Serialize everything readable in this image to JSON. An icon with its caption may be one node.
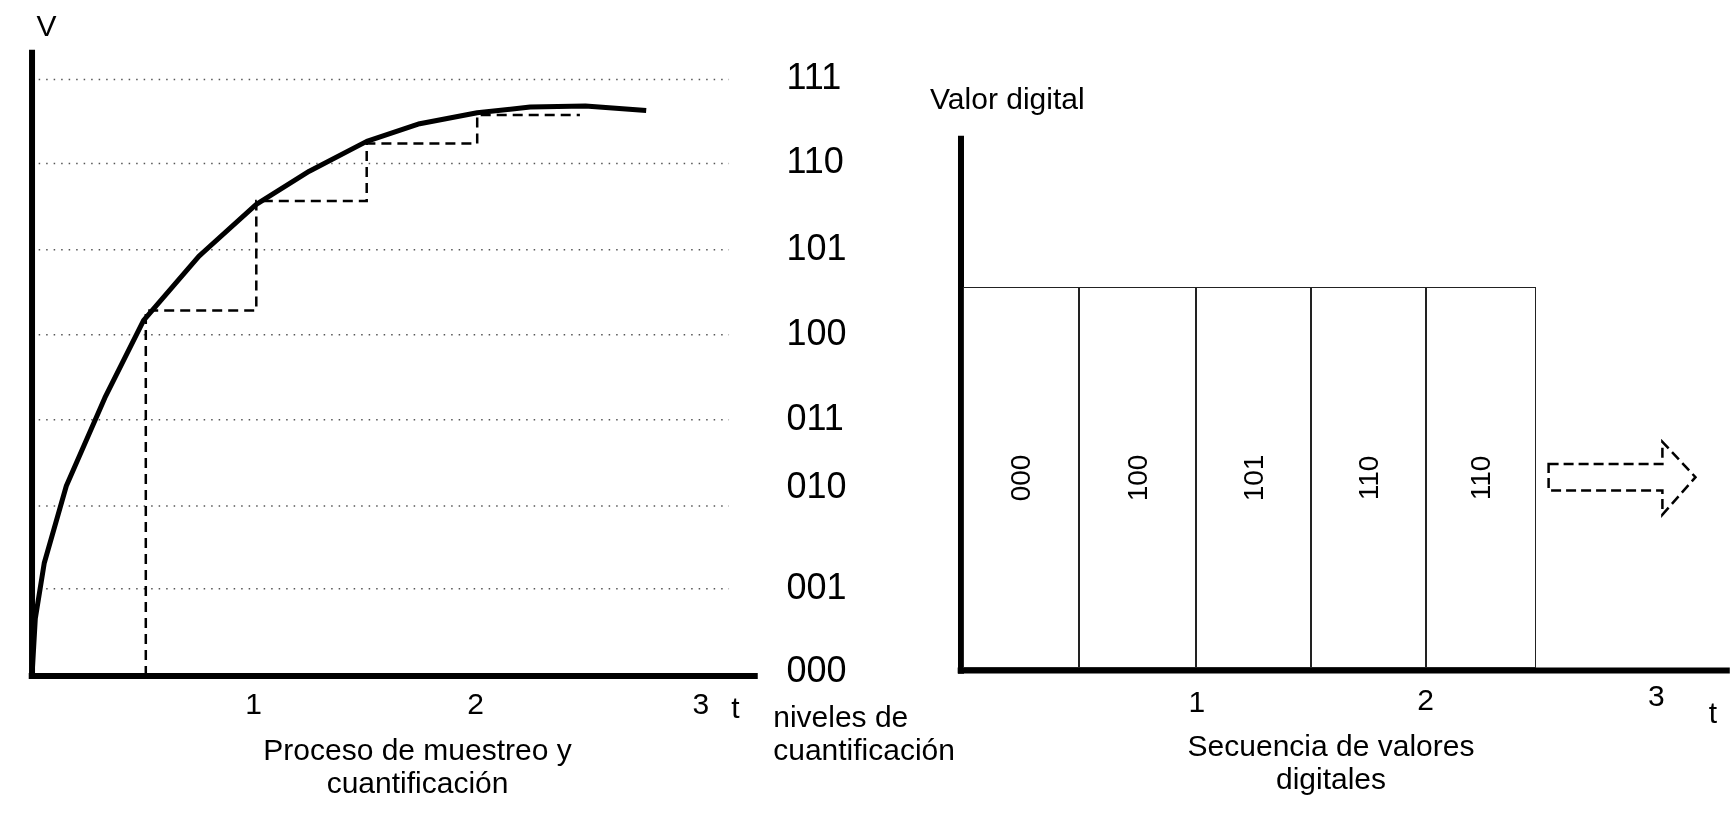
{
  "diagram": {
    "nodes": [
      {
        "text": [
          "000"
        ]
      },
      {
        "text": [
          "100"
        ]
      },
      {
        "text": [
          "101"
        ]
      },
      {
        "text": [
          "110"
        ]
      },
      {
        "text": [
          "110"
        ]
      }
    ],
    "labels": [
      "V",
      "111",
      "Valor digital",
      "110",
      "101",
      "100",
      "011",
      "010",
      "001",
      "000",
      "1",
      "2",
      "3",
      "t",
      "1",
      "2",
      "3",
      "t",
      "niveles de cuantificación",
      "Proceso de muestreo y cuantificación",
      "Secuencia de valores digitales"
    ]
  }
}
